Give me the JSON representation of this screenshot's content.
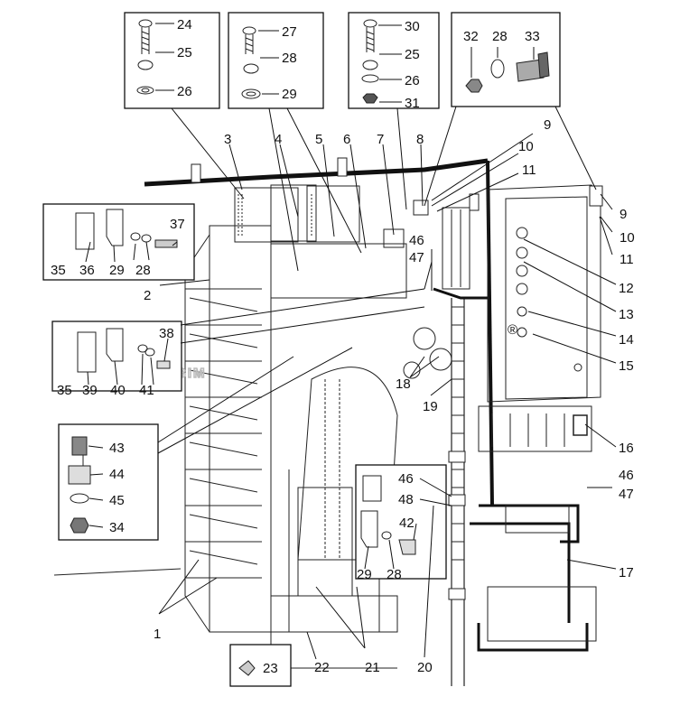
{
  "diagram": {
    "watermark": "BIM",
    "watermark_mark": "®",
    "callouts": [
      {
        "id": "c-24",
        "text": "24"
      },
      {
        "id": "c-25a",
        "text": "25"
      },
      {
        "id": "c-26a",
        "text": "26"
      },
      {
        "id": "c-27",
        "text": "27"
      },
      {
        "id": "c-28a",
        "text": "28"
      },
      {
        "id": "c-29a",
        "text": "29"
      },
      {
        "id": "c-30",
        "text": "30"
      },
      {
        "id": "c-25b",
        "text": "25"
      },
      {
        "id": "c-26b",
        "text": "26"
      },
      {
        "id": "c-31",
        "text": "31"
      },
      {
        "id": "c-32",
        "text": "32"
      },
      {
        "id": "c-28b",
        "text": "28"
      },
      {
        "id": "c-33",
        "text": "33"
      },
      {
        "id": "c-3",
        "text": "3"
      },
      {
        "id": "c-4",
        "text": "4"
      },
      {
        "id": "c-5",
        "text": "5"
      },
      {
        "id": "c-6",
        "text": "6"
      },
      {
        "id": "c-7",
        "text": "7"
      },
      {
        "id": "c-8",
        "text": "8"
      },
      {
        "id": "c-9a",
        "text": "9"
      },
      {
        "id": "c-10a",
        "text": "10"
      },
      {
        "id": "c-11a",
        "text": "11"
      },
      {
        "id": "c-9b",
        "text": "9"
      },
      {
        "id": "c-10b",
        "text": "10"
      },
      {
        "id": "c-11b",
        "text": "11"
      },
      {
        "id": "c-12",
        "text": "12"
      },
      {
        "id": "c-13",
        "text": "13"
      },
      {
        "id": "c-14",
        "text": "14"
      },
      {
        "id": "c-15",
        "text": "15"
      },
      {
        "id": "c-16",
        "text": "16"
      },
      {
        "id": "c-46a",
        "text": "46"
      },
      {
        "id": "c-47a",
        "text": "47"
      },
      {
        "id": "c-17",
        "text": "17"
      },
      {
        "id": "c-37",
        "text": "37"
      },
      {
        "id": "c-35a",
        "text": "35"
      },
      {
        "id": "c-36",
        "text": "36"
      },
      {
        "id": "c-29b",
        "text": "29"
      },
      {
        "id": "c-28c",
        "text": "28"
      },
      {
        "id": "c-2",
        "text": "2"
      },
      {
        "id": "c-38",
        "text": "38"
      },
      {
        "id": "c-35b",
        "text": "35"
      },
      {
        "id": "c-39",
        "text": "39"
      },
      {
        "id": "c-40",
        "text": "40"
      },
      {
        "id": "c-41",
        "text": "41"
      },
      {
        "id": "c-46b",
        "text": "46"
      },
      {
        "id": "c-47b",
        "text": "47"
      },
      {
        "id": "c-18",
        "text": "18"
      },
      {
        "id": "c-19",
        "text": "19"
      },
      {
        "id": "c-43",
        "text": "43"
      },
      {
        "id": "c-44",
        "text": "44"
      },
      {
        "id": "c-45",
        "text": "45"
      },
      {
        "id": "c-34",
        "text": "34"
      },
      {
        "id": "c-46c",
        "text": "46"
      },
      {
        "id": "c-48",
        "text": "48"
      },
      {
        "id": "c-42",
        "text": "42"
      },
      {
        "id": "c-29c",
        "text": "29"
      },
      {
        "id": "c-28d",
        "text": "28"
      },
      {
        "id": "c-1",
        "text": "1"
      },
      {
        "id": "c-23",
        "text": "23"
      },
      {
        "id": "c-22",
        "text": "22"
      },
      {
        "id": "c-21",
        "text": "21"
      },
      {
        "id": "c-20",
        "text": "20"
      }
    ]
  }
}
